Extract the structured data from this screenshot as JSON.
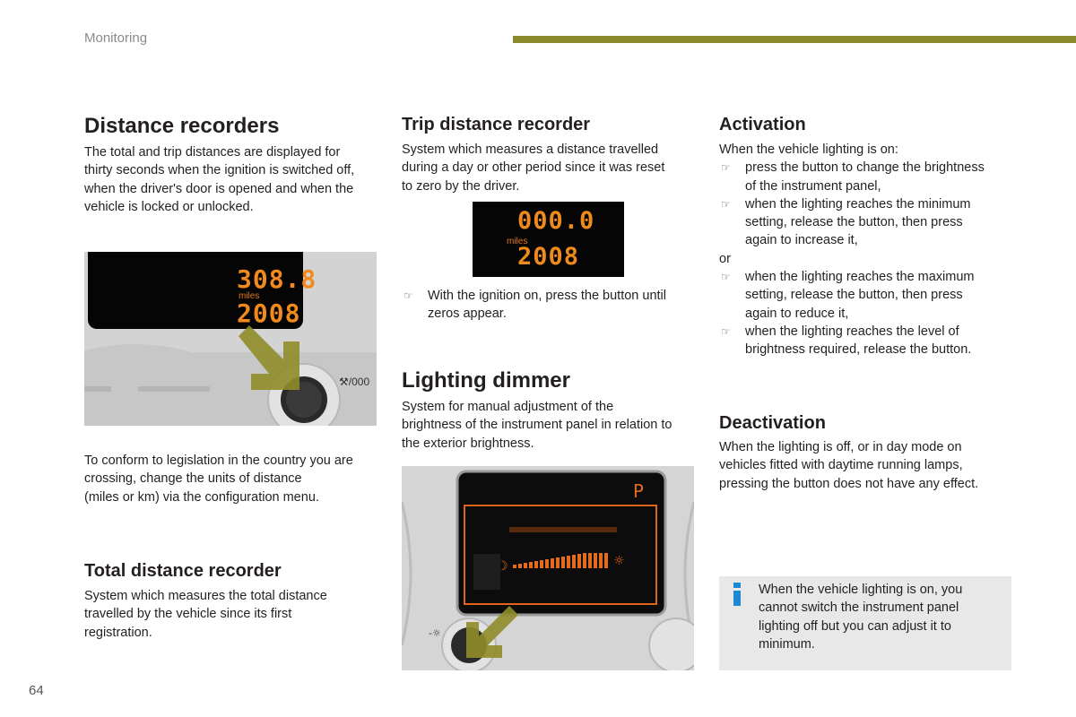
{
  "header": {
    "section": "Monitoring",
    "accent_color": "#8c8a2e"
  },
  "page_number": "64",
  "col1": {
    "title": "Distance recorders",
    "intro": [
      "The total and trip distances are displayed for",
      "thirty seconds when the ignition is switched off,",
      "when the driver's door is opened and when the",
      "vehicle is locked or unlocked."
    ],
    "image": {
      "total": "308.8",
      "unit": "miles",
      "year": "2008",
      "button_label": "/000"
    },
    "legislation": [
      "To conform to legislation in the country you are",
      "crossing, change the  units of distance",
      "(miles or km) via the configuration menu."
    ],
    "total_title": "Total distance recorder",
    "total_text": [
      "System which measures the total distance",
      "travelled by the vehicle since its first",
      "registration."
    ]
  },
  "col2": {
    "trip_title": "Trip distance recorder",
    "trip_text": [
      "System which measures a distance travelled",
      "during a day or other period since it was reset",
      "to zero by the driver."
    ],
    "trip_image": {
      "trip": "000.0",
      "unit": "miles",
      "year": "2008"
    },
    "trip_bullet": [
      "With the ignition on, press the button until",
      "zeros appear."
    ],
    "dimmer_title": "Lighting dimmer",
    "dimmer_text": [
      "System for manual adjustment of the",
      "brightness of the instrument panel in relation to",
      "the exterior brightness."
    ],
    "dimmer_image": {
      "screen_letter": "P"
    }
  },
  "col3": {
    "activation_title": "Activation",
    "activation_intro": "When the vehicle lighting is on:",
    "bullets_a": [
      [
        "press the button to change the brightness",
        "of the instrument panel,"
      ],
      [
        "when the lighting reaches the minimum",
        "setting, release the button, then press",
        "again to increase it,"
      ]
    ],
    "or": "or",
    "bullets_b": [
      [
        "when the lighting reaches the maximum",
        "setting, release the button, then press",
        "again to reduce it,"
      ],
      [
        "when the lighting reaches the level of",
        "brightness required, release the button."
      ]
    ],
    "deactivation_title": "Deactivation",
    "deactivation_text": [
      "When the lighting is off, or in day mode on",
      "vehicles fitted with daytime running lamps,",
      "pressing the button does not have any effect."
    ],
    "info_text": [
      "When the vehicle lighting is on, you",
      "cannot switch the instrument panel",
      "lighting off but you can adjust it to",
      "minimum."
    ]
  },
  "bullet_symbol": "☞",
  "colors": {
    "arrow": "#8f8c2a",
    "digits": "#f08a1c",
    "info_icon": "#1e88d2"
  }
}
